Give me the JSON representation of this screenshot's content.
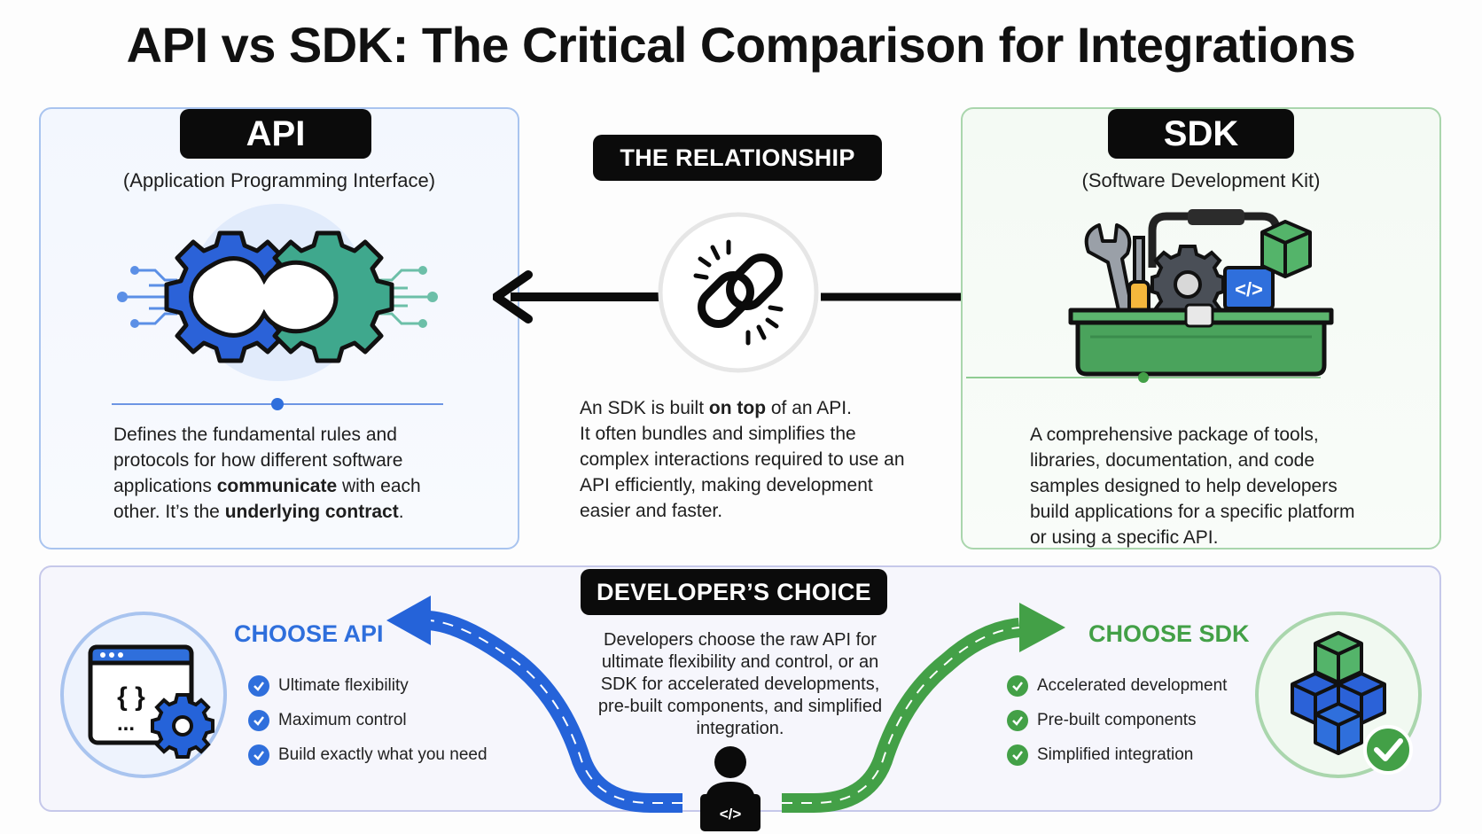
{
  "title": "API vs SDK: The Critical Comparison for Integrations",
  "api": {
    "label": "API",
    "subtitle": "(Application Programming Interface)",
    "desc_parts": [
      "Defines the fundamental rules and protocols for how different software applications ",
      "communicate",
      " with each other. It’s the ",
      "underlying contract",
      "."
    ],
    "color": "#2f6fdc"
  },
  "relationship": {
    "label": "THE RELATIONSHIP",
    "line1_a": "An SDK is built ",
    "line1_b": "on top",
    "line1_c": " of an API.",
    "rest": "It often bundles and simplifies the complex interactions required to use an API efficiently, making development easier and faster."
  },
  "sdk": {
    "label": "SDK",
    "subtitle": "(Software Development Kit)",
    "desc": "A comprehensive package of tools, libraries, documentation, and code samples designed to help developers build applications for a specific platform or using a specific API.",
    "color": "#43a047"
  },
  "choice": {
    "label": "DEVELOPER’S CHOICE",
    "desc": "Developers choose the raw API for ultimate flexibility and control, or an SDK for accelerated developments, pre-built components, and simplified integration.",
    "api_head": "CHOOSE API",
    "api_items": [
      "Ultimate flexibility",
      "Maximum control",
      "Build exactly what you need"
    ],
    "sdk_head": "CHOOSE SDK",
    "sdk_items": [
      "Accelerated development",
      "Pre-built components",
      "Simplified integration"
    ],
    "code_tag": "</>",
    "braces": "{  }",
    "dots": "..."
  },
  "icons": {
    "api": "puzzle-gears-icon",
    "relationship": "chain-link-icon",
    "sdk": "toolbox-icon",
    "choose_api": "code-window-gear-icon",
    "choose_sdk": "cubes-check-icon",
    "developer": "developer-laptop-icon"
  }
}
